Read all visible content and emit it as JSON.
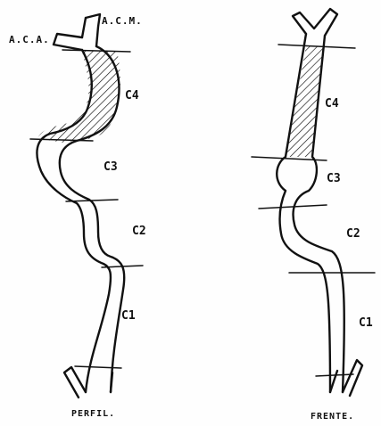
{
  "profile": {
    "label_acm": "A.C.M.",
    "label_aca": "A.C.A.",
    "c4": "C4",
    "c3": "C3",
    "c2": "C2",
    "c1": "C1",
    "caption": "PERFIL."
  },
  "front": {
    "c4": "C4",
    "c3": "C3",
    "c2": "C2",
    "c1": "C1",
    "caption": "FRENTE."
  }
}
